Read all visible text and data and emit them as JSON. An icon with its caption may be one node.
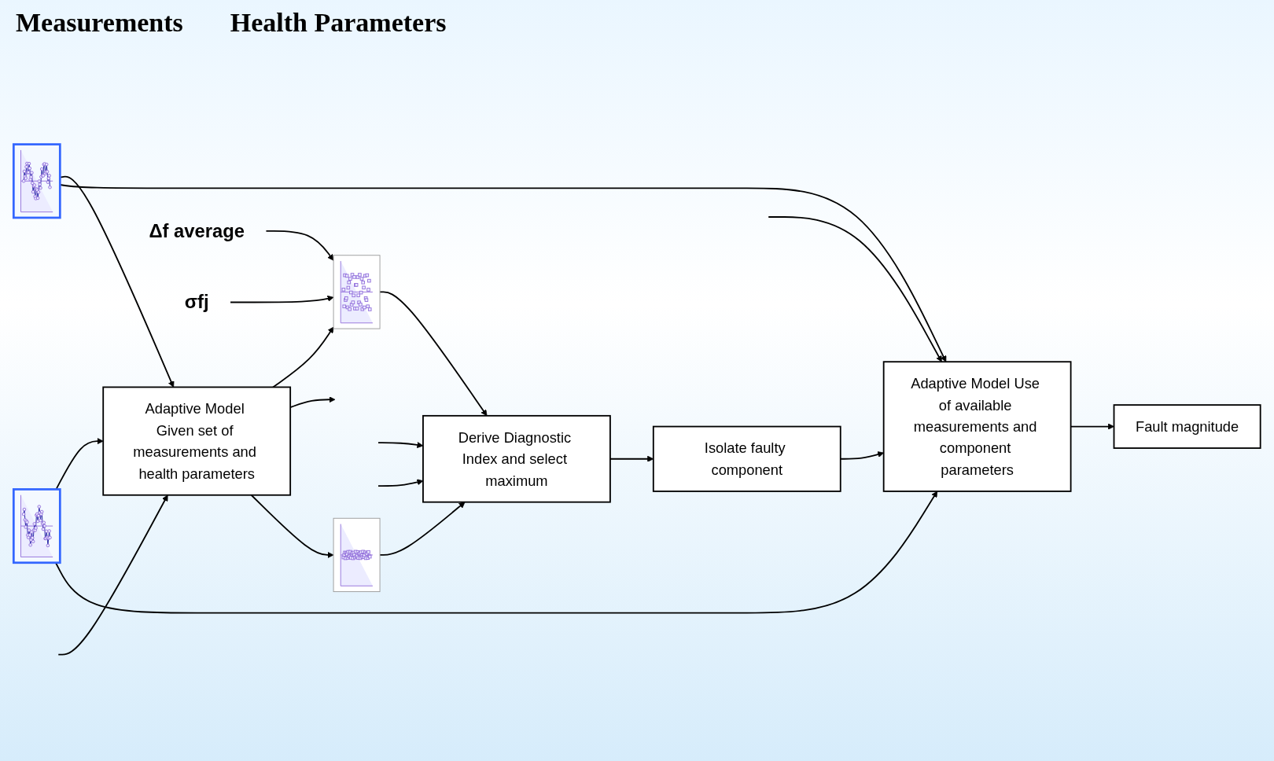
{
  "diagram": {
    "nodes": [
      {
        "text": [],
        "shape": "picture"
      },
      {
        "text": [],
        "shape": "picture"
      },
      {
        "text": [
          "Adaptive Model Given set of measurements and health parameters"
        ]
      },
      {
        "text": [],
        "shape": "picture"
      },
      {
        "text": [],
        "shape": "picture"
      },
      {
        "text": [
          "Derive Diagnostic Index and select maximum"
        ]
      },
      {
        "text": [
          "Isolate faulty component"
        ]
      },
      {
        "text": [
          "Adaptive Model Use of available measurements and component parameters"
        ]
      },
      {
        "text": [
          "Fault magnitude"
        ]
      },
      {
        "text": [
          "Δf average"
        ]
      },
      {
        "text": [
          "σfj"
        ]
      }
    ],
    "edges": [
      {
        "from": 0,
        "to": 2,
        "arrow": "to"
      },
      {
        "from": null,
        "to": 2,
        "arrow": "to"
      },
      {
        "from": 1,
        "to": 2,
        "arrow": "to"
      },
      {
        "from": 1,
        "to": 7,
        "arrow": "to"
      },
      {
        "from": null,
        "to": 7,
        "arrow": "to"
      },
      {
        "from": 0,
        "to": 7,
        "arrow": "to"
      },
      {
        "from": 2,
        "to": 3,
        "arrow": "to"
      },
      {
        "from": 2,
        "to": null,
        "arrow": "to"
      },
      {
        "from": 2,
        "to": 4,
        "arrow": "to"
      },
      {
        "from": 9,
        "to": 3,
        "arrow": "to"
      },
      {
        "from": 10,
        "to": 3,
        "arrow": "to"
      },
      {
        "from": 3,
        "to": 5,
        "arrow": "to"
      },
      {
        "from": null,
        "to": 5,
        "arrow": "to"
      },
      {
        "from": null,
        "to": 5,
        "arrow": "to"
      },
      {
        "from": 4,
        "to": 5,
        "arrow": "to"
      },
      {
        "from": 5,
        "to": 6,
        "arrow": "to"
      },
      {
        "from": 6,
        "to": 7,
        "arrow": "to"
      },
      {
        "from": 7,
        "to": 8,
        "arrow": "to"
      }
    ],
    "labels": [
      "Measurements",
      "Health Parameters"
    ]
  }
}
